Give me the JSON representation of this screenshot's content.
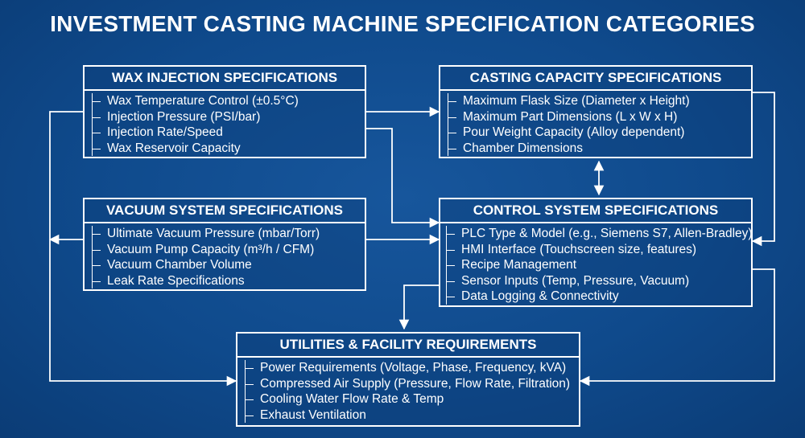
{
  "title": "INVESTMENT CASTING MACHINE SPECIFICATION CATEGORIES",
  "boxes": {
    "wax": {
      "heading": "WAX INJECTION SPECIFICATIONS",
      "items": [
        "Wax Temperature Control (±0.5°C)",
        "Injection Pressure (PSI/bar)",
        "Injection Rate/Speed",
        "Wax Reservoir Capacity"
      ]
    },
    "casting": {
      "heading": "CASTING CAPACITY SPECIFICATIONS",
      "items": [
        "Maximum Flask Size (Diameter x Height)",
        "Maximum Part Dimensions (L x W x H)",
        "Pour Weight Capacity (Alloy dependent)",
        "Chamber Dimensions"
      ]
    },
    "vacuum": {
      "heading": "VACUUM SYSTEM SPECIFICATIONS",
      "items": [
        "Ultimate Vacuum Pressure (mbar/Torr)",
        "Vacuum Pump Capacity (m³/h / CFM)",
        "Vacuum Chamber Volume",
        "Leak Rate Specifications"
      ]
    },
    "control": {
      "heading": "CONTROL SYSTEM SPECIFICATIONS",
      "items": [
        "PLC Type & Model (e.g., Siemens S7, Allen-Bradley)",
        "HMI Interface (Touchscreen size, features)",
        "Recipe Management",
        "Sensor Inputs (Temp, Pressure, Vacuum)",
        "Data Logging & Connectivity"
      ]
    },
    "utilities": {
      "heading": "UTILITIES & FACILITY REQUIREMENTS",
      "items": [
        "Power Requirements (Voltage, Phase, Frequency, kVA)",
        "Compressed Air Supply (Pressure, Flow Rate, Filtration)",
        "Cooling Water Flow Rate & Temp",
        "Exhaust Ventilation"
      ]
    }
  },
  "colors": {
    "background": "#0f4a8c",
    "foreground": "#ffffff"
  }
}
